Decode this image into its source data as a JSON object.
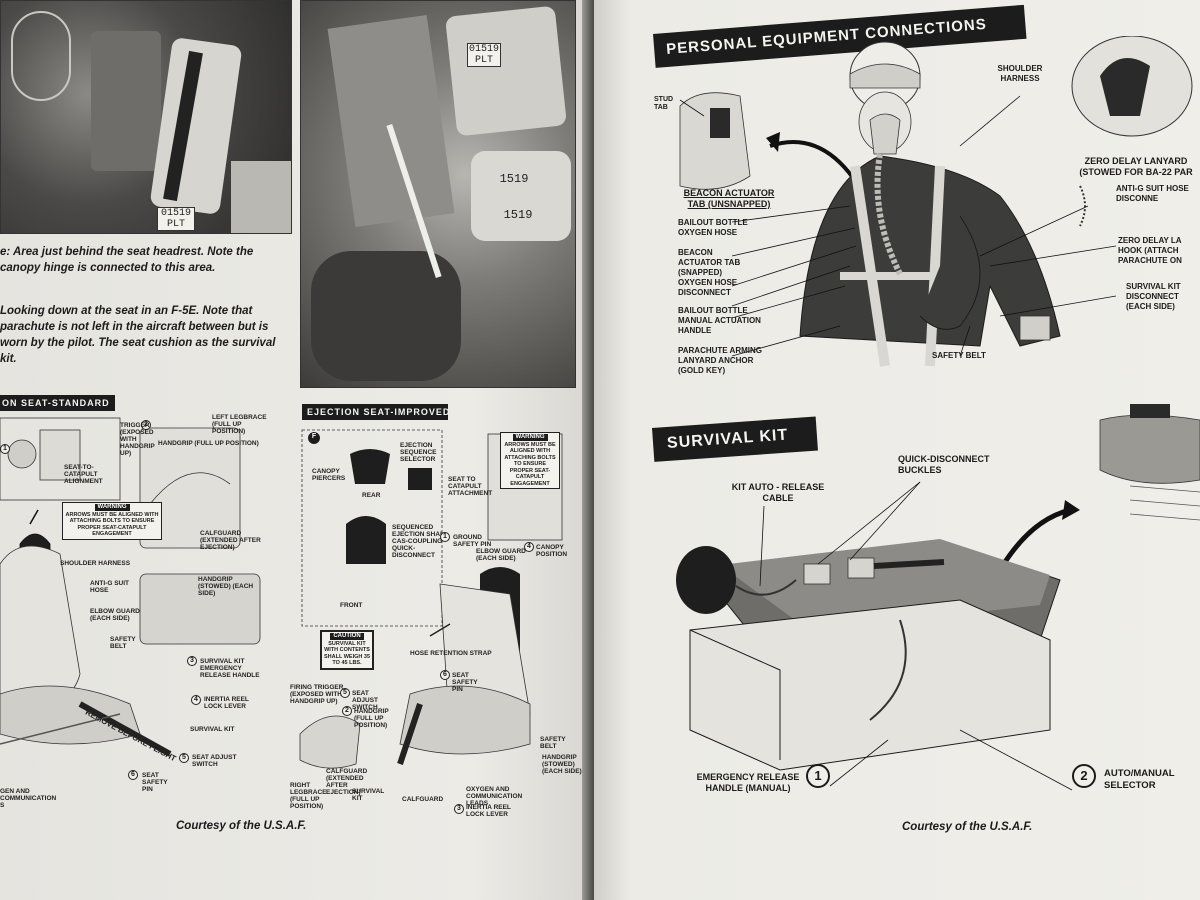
{
  "left_page": {
    "photo_headrest": {
      "seat_tag": "01519 PLT"
    },
    "photo_seat_top": {
      "top_tag": "01519 PLT",
      "seat_number_1": "1519",
      "seat_number_2": "1519"
    },
    "caption_headrest": "e: Area just behind the seat headrest. Note the canopy hinge is connected to this area.",
    "caption_seat_top": "Looking down at the seat in an F-5E. Note that parachute is not left in the aircraft between but is worn by the pilot. The seat cushion as the survival kit.",
    "standard": {
      "title": "ON SEAT-STANDARD",
      "labels": {
        "handgrip": "HANDGRIP (FULL UP POSITION)",
        "trigger": "TRIGGER (EXPOSED WITH HANDGRIP UP)",
        "left_legbrace": "LEFT LEGBRACE (FULL UP POSITION)",
        "seat_catapult": "SEAT-TO- CATAPULT ALIGNMENT",
        "warning_title": "WARNING",
        "warning_text": "ARROWS MUST BE ALIGNED WITH ATTACHING BOLTS TO ENSURE PROPER SEAT-CATAPULT ENGAGEMENT",
        "calfguard": "CALFGUARD (EXTENDED AFTER EJECTION)",
        "shoulder_harness": "SHOULDER HARNESS",
        "anti_g": "ANTI-G SUIT HOSE",
        "elbow_guard": "ELBOW GUARD (EACH SIDE)",
        "handgrip_stowed": "HANDGRIP (STOWED) (EACH SIDE)",
        "safety_belt": "SAFETY BELT",
        "survival_release": "SURVIVAL KIT EMERGENCY RELEASE HANDLE",
        "inertia_reel": "INERTIA REEL LOCK LEVER",
        "survival_kit": "SURVIVAL KIT",
        "seat_adjust": "SEAT ADJUST SWITCH",
        "seat_safety_pin": "SEAT SAFETY PIN",
        "communication": "GEN AND COMMUNICATION S",
        "remove_flag": "REMOVE BEFORE FLIGHT",
        "n1": "1",
        "n2": "2",
        "n3": "3",
        "n4": "4",
        "n5": "5",
        "n6": "6"
      }
    },
    "improved": {
      "title": "EJECTION SEAT-IMPROVED",
      "labels": {
        "panel_f": "F",
        "canopy_piercers": "CANOPY PIERCERS",
        "ejection_selector": "EJECTION SEQUENCE SELECTOR",
        "rear": "REAR",
        "sequenced_ejection": "SEQUENCED EJECTION SHAL CAS-COUPLING QUICK-DISCONNECT",
        "front": "FRONT",
        "warning_title": "WARNING",
        "warning_text": "ARROWS MUST BE ALIGNED WITH ATTACHING BOLTS TO ENSURE PROPER SEAT-CATAPULT ENGAGEMENT",
        "seat_catapult": "SEAT TO CATAPULT ATTACHMENT",
        "ground_safety_pin": "GROUND SAFETY PIN",
        "elbow_guard": "ELBOW GUARD (EACH SIDE)",
        "canopy_position": "CANOPY POSITION",
        "caution_title": "CAUTION",
        "caution_text": "SURVIVAL KIT WITH CONTENTS SHALL WEIGH 35 TO 45 LBS.",
        "hose_strap": "HOSE RETENTION STRAP",
        "firing_trigger": "FIRING TRIGGER (EXPOSED WITH HANDGRIP UP)",
        "seat_safety_pin": "SEAT SAFETY PIN",
        "seat_adjust": "SEAT ADJUST SWITCH",
        "handgrip": "HANDGRIP (FULL UP POSITION)",
        "right_legbrace": "RIGHT LEGBRACE (FULL UP POSITION)",
        "survival_kit": "SURVIVAL KIT",
        "calfguard": "CALFGUARD",
        "calfguard_extended": "CALFGUARD (EXTENDED AFTER EJECTION)",
        "oxygen_leads": "OXYGEN AND COMMUNICATION LEADS",
        "inertia_reel": "INERTIA REEL LOCK LEVER",
        "safety_belt": "SAFETY BELT",
        "handgrip_stowed": "HANDGRIP (STOWED) (EACH SIDE)",
        "n1": "1",
        "n2": "2",
        "n3": "3",
        "n4": "4",
        "n5": "5",
        "n6": "6"
      }
    },
    "courtesy": "Courtesy of the U.S.A.F."
  },
  "right_page": {
    "personal": {
      "title": "PERSONAL EQUIPMENT CONNECTIONS",
      "labels": {
        "stud_tab": "STUD TAB",
        "beacon_unsnapped": "BEACON ACTUATOR TAB (UNSNAPPED)",
        "shoulder_harness": "SHOULDER HARNESS",
        "zero_delay_lanyard": "ZERO DELAY LANYARD (STOWED FOR BA-22 PAR",
        "anti_g": "ANTI-G SUIT HOSE DISCONNE",
        "zero_delay_hook": "ZERO DELAY LA HOOK (ATTACH PARACHUTE ON",
        "survival_disconnect": "SURVIVAL KIT DISCONNECT (EACH SIDE)",
        "bailout_hose": "BAILOUT BOTTLE OXYGEN HOSE",
        "beacon_snapped": "BEACON ACTUATOR TAB (SNAPPED)",
        "oxygen_disconnect": "OXYGEN HOSE DISCONNECT",
        "bailout_manual": "BAILOUT BOTTLE MANUAL ACTUATION HANDLE",
        "parachute_arming": "PARACHUTE ARMING LANYARD ANCHOR (GOLD KEY)",
        "safety_belt": "SAFETY BELT"
      }
    },
    "survival": {
      "title": "SURVIVAL KIT",
      "labels": {
        "quick_disconnect": "QUICK-DISCONNECT BUCKLES",
        "kit_auto_release": "KIT AUTO - RELEASE CABLE",
        "emergency_release": "EMERGENCY RELEASE HANDLE (MANUAL)",
        "auto_manual": "AUTO/MANUAL SELECTOR",
        "n1": "1",
        "n2": "2"
      }
    },
    "courtesy": "Courtesy of the U.S.A.F."
  }
}
